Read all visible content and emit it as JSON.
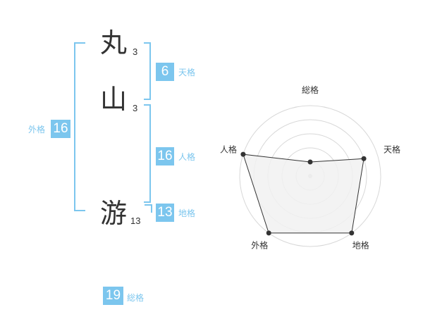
{
  "name": {
    "chars": [
      {
        "char": "丸",
        "strokes": "3"
      },
      {
        "char": "山",
        "strokes": "3"
      },
      {
        "char": "游",
        "strokes": "13"
      }
    ]
  },
  "fortunes": {
    "tenkaku": {
      "value": "6",
      "label": "天格"
    },
    "jinkaku": {
      "value": "16",
      "label": "人格"
    },
    "chikaku": {
      "value": "13",
      "label": "地格"
    },
    "gaikaku": {
      "value": "16",
      "label": "外格"
    },
    "soukaku": {
      "value": "19",
      "label": "総格"
    }
  },
  "chart_data": {
    "type": "radar",
    "axes": [
      "総格",
      "天格",
      "地格",
      "外格",
      "人格"
    ],
    "levels": 5,
    "max": 5,
    "values": [
      1,
      4,
      5,
      5,
      5
    ],
    "colors": {
      "fill": "#f1f1f1",
      "stroke": "#333333",
      "grid": "#d8d8d8",
      "point": "#333333"
    }
  },
  "colors": {
    "accent": "#7cc6ee",
    "text": "#333333"
  }
}
